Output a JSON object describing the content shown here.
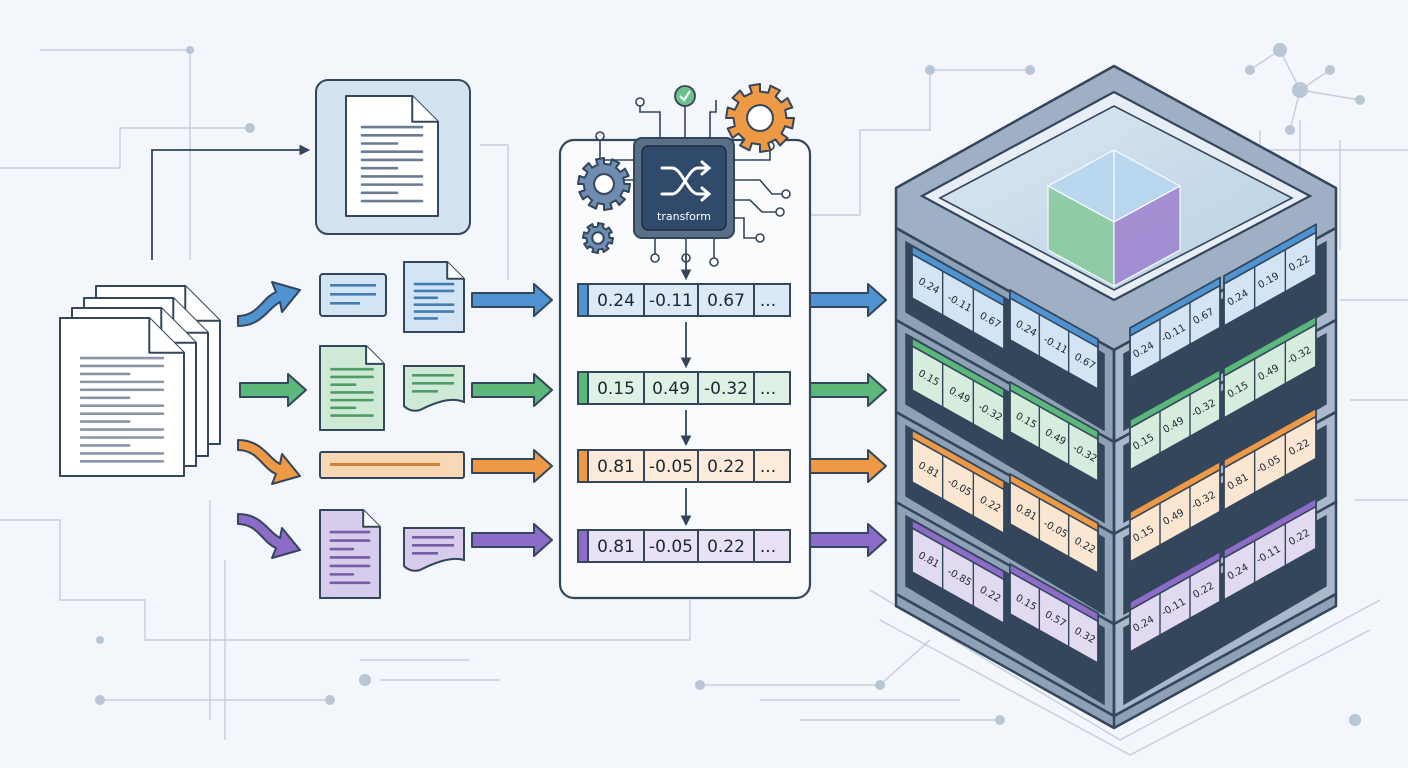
{
  "colors": {
    "blue": "#4f93d1",
    "green": "#5cb87a",
    "orange": "#ee9a45",
    "purple": "#8c6cc7",
    "outline": "#33465c",
    "background": "#f3f6fa"
  },
  "chip": {
    "label": "transform",
    "icon": "shuffle-icon"
  },
  "vectors": [
    {
      "values": [
        "0.24",
        "-0.11",
        "0.67",
        "..."
      ],
      "color": "blue"
    },
    {
      "values": [
        "0.15",
        "0.49",
        "-0.32",
        "..."
      ],
      "color": "green"
    },
    {
      "values": [
        "0.81",
        "-0.05",
        "0.22",
        "..."
      ],
      "color": "orange"
    },
    {
      "values": [
        "0.81",
        "-0.05",
        "0.22",
        "..."
      ],
      "color": "purple"
    }
  ],
  "tower": {
    "layers": [
      {
        "color": "blue",
        "left_cells": [
          [
            "0.24",
            "-0.11",
            "0.67"
          ],
          [
            "0.24",
            "-0.11",
            "0.67"
          ]
        ],
        "right_cells": [
          [
            "0.24",
            "-0.11",
            "0.67"
          ],
          [
            "0.24",
            "0.19",
            "0.22"
          ]
        ]
      },
      {
        "color": "green",
        "left_cells": [
          [
            "0.15",
            "0.49",
            "-0.32"
          ],
          [
            "0.15",
            "0.49",
            "-0.32"
          ]
        ],
        "right_cells": [
          [
            "0.15",
            "0.49",
            "-0.32"
          ],
          [
            "0.15",
            "0.49",
            "-0.32"
          ]
        ]
      },
      {
        "color": "orange",
        "left_cells": [
          [
            "0.81",
            "-0.05",
            "0.22"
          ],
          [
            "0.81",
            "-0.05",
            "0.22"
          ]
        ],
        "right_cells": [
          [
            "0.15",
            "0.49",
            "-0.32"
          ],
          [
            "0.81",
            "-0.05",
            "0.22"
          ]
        ]
      },
      {
        "color": "purple",
        "left_cells": [
          [
            "0.81",
            "-0.85",
            "0.22"
          ],
          [
            "0.15",
            "0.57",
            "0.32"
          ]
        ],
        "right_cells": [
          [
            "0.24",
            "-0.11",
            "0.22"
          ],
          [
            "0.24",
            "-0.11",
            "0.22"
          ]
        ]
      }
    ]
  }
}
